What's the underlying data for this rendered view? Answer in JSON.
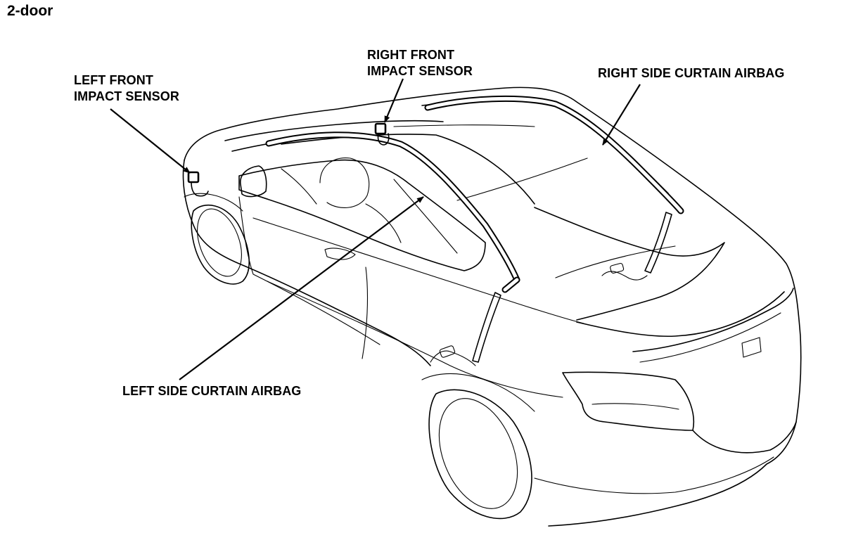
{
  "title": "2-door",
  "labels": {
    "left_front_impact_sensor": [
      "LEFT FRONT",
      "IMPACT SENSOR"
    ],
    "right_front_impact_sensor": [
      "RIGHT FRONT",
      "IMPACT SENSOR"
    ],
    "right_side_curtain_airbag": "RIGHT SIDE CURTAIN AIRBAG",
    "left_side_curtain_airbag": "LEFT SIDE CURTAIN AIRBAG"
  }
}
